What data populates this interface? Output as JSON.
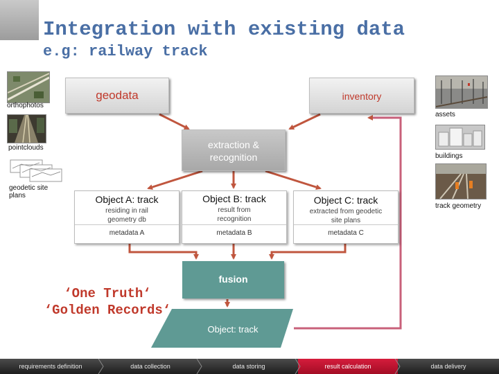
{
  "header": {
    "title": "Integration with existing data",
    "subtitle": "e.g: railway track"
  },
  "sources_left": [
    {
      "label": "orthophotos",
      "icon": "orthophoto-thumbnail-icon"
    },
    {
      "label": "pointclouds",
      "icon": "pointcloud-thumbnail-icon"
    },
    {
      "label": "geodetic site plans",
      "icon": "site-plan-thumbnail-icon"
    }
  ],
  "sources_right": [
    {
      "label": "assets",
      "icon": "assets-thumbnail-icon"
    },
    {
      "label": "buildings",
      "icon": "buildings-thumbnail-icon"
    },
    {
      "label": "track geometry",
      "icon": "track-geometry-thumbnail-icon"
    }
  ],
  "boxes": {
    "geodata": "geodata",
    "inventory": "inventory",
    "extraction": "extraction & recognition"
  },
  "objects": [
    {
      "title": "Object A: track",
      "sub": "residing in rail geometry db",
      "meta": "metadata A"
    },
    {
      "title": "Object B: track",
      "sub": "result from recognition",
      "meta": "metadata B"
    },
    {
      "title": "Object C: track",
      "sub": "extracted from geodetic site plans",
      "meta": "metadata C"
    }
  ],
  "fusion": "fusion",
  "one_truth": {
    "line1": "‘One Truth‘",
    "line2": "‘Golden Records‘"
  },
  "result": "Object: track",
  "process_steps": [
    {
      "label": "requirements definition",
      "active": false
    },
    {
      "label": "data collection",
      "active": false
    },
    {
      "label": "data storing",
      "active": false
    },
    {
      "label": "result calculation",
      "active": true
    },
    {
      "label": "data delivery",
      "active": false
    }
  ],
  "colors": {
    "title": "#4a6fa5",
    "accent_red": "#c0392b",
    "arrow": "#c0563e",
    "teal": "#5f9a94",
    "active_step": "#c8102e"
  }
}
